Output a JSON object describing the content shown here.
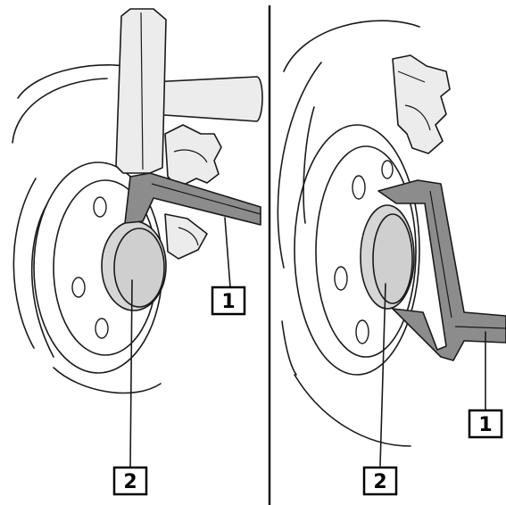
{
  "labels": {
    "left_tool": "1",
    "left_hub": "2",
    "right_tool": "1",
    "right_hub": "2"
  },
  "panels": [
    "hammer-strike-view",
    "puller-view"
  ]
}
